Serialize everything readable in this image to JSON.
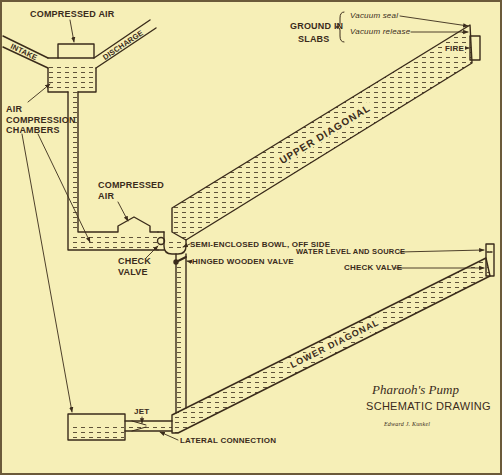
{
  "diagram": {
    "title": "Pharaoh's Pump",
    "caption": "SCHEMATIC DRAWING",
    "nodes": [
      {
        "text": [
          "UPPER DIAGONAL"
        ]
      },
      {
        "text": [
          "LOWER DIAGONAL"
        ]
      }
    ],
    "labels": [
      "COMPRESSED AIR",
      "INTAKE",
      "DISCHARGE",
      "AIR COMPRESSION CHAMBERS",
      "COMPRESSED AIR",
      "CHECK VALVE",
      "SEMI-ENCLOSED BOWL, OFF SIDE",
      "HINGED WOODEN VALVE",
      "GROUND IN",
      "SLABS",
      "Vacuum seal",
      "Vacuum release",
      "FIRE",
      "WATER LEVEL AND SOURCE",
      "CHECK VALVE",
      "JET",
      "LATERAL CONNECTION",
      "Edward J. Kunkel"
    ]
  }
}
